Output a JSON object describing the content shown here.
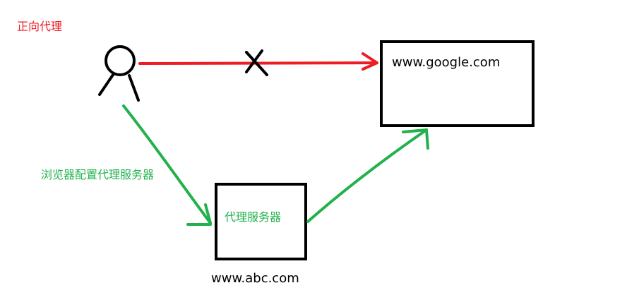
{
  "title": "正向代理",
  "target_site": "www.google.com",
  "browser_note": "浏览器配置代理服务器",
  "proxy_box_label": "代理服务器",
  "proxy_host": "www.abc.com",
  "colors": {
    "blocked": "#ee1c24",
    "proxied": "#22b14c",
    "ink": "#000000"
  },
  "icons": {
    "client": "user-icon",
    "blocked_marker": "cross-icon"
  }
}
